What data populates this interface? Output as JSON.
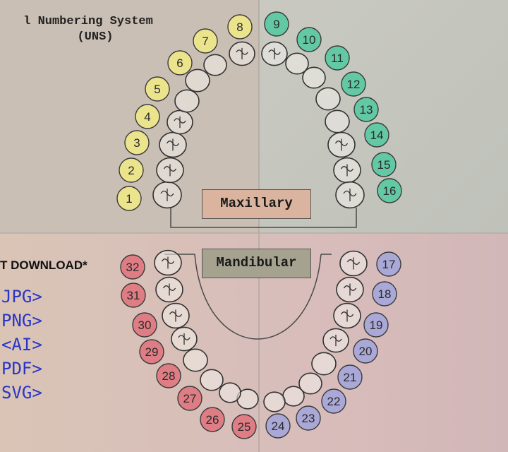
{
  "title": {
    "line1": "l Numbering System",
    "line2": "(UNS)"
  },
  "labels": {
    "maxillary": "Maxillary",
    "mandibular": "Mandibular"
  },
  "download": {
    "heading": "T DOWNLOAD*",
    "links": [
      "JPG>",
      "PNG>",
      "<AI>",
      "PDF>",
      "SVG>"
    ]
  },
  "colors": {
    "upper_left_bg": "#c9bfb4",
    "upper_right_bg": "#c4c5bd",
    "lower_bg": "#d6bfbc",
    "yellow_badge": "#ece48c",
    "teal_badge": "#63c9a5",
    "red_badge": "#df7d85",
    "purple_badge": "#a9a8d6",
    "maxillary_box": "#dab49e",
    "mandibular_box": "#a5a290",
    "link_color": "#2a34c8"
  },
  "teeth": [
    {
      "n": "1",
      "color": "yellow"
    },
    {
      "n": "2",
      "color": "yellow"
    },
    {
      "n": "3",
      "color": "yellow"
    },
    {
      "n": "4",
      "color": "yellow"
    },
    {
      "n": "5",
      "color": "yellow"
    },
    {
      "n": "6",
      "color": "yellow"
    },
    {
      "n": "7",
      "color": "yellow"
    },
    {
      "n": "8",
      "color": "yellow"
    },
    {
      "n": "9",
      "color": "teal"
    },
    {
      "n": "10",
      "color": "teal"
    },
    {
      "n": "11",
      "color": "teal"
    },
    {
      "n": "12",
      "color": "teal"
    },
    {
      "n": "13",
      "color": "teal"
    },
    {
      "n": "14",
      "color": "teal"
    },
    {
      "n": "15",
      "color": "teal"
    },
    {
      "n": "16",
      "color": "teal"
    },
    {
      "n": "17",
      "color": "purple"
    },
    {
      "n": "18",
      "color": "purple"
    },
    {
      "n": "19",
      "color": "purple"
    },
    {
      "n": "20",
      "color": "purple"
    },
    {
      "n": "21",
      "color": "purple"
    },
    {
      "n": "22",
      "color": "purple"
    },
    {
      "n": "23",
      "color": "purple"
    },
    {
      "n": "24",
      "color": "purple"
    },
    {
      "n": "25",
      "color": "red"
    },
    {
      "n": "26",
      "color": "red"
    },
    {
      "n": "27",
      "color": "red"
    },
    {
      "n": "28",
      "color": "red"
    },
    {
      "n": "29",
      "color": "red"
    },
    {
      "n": "30",
      "color": "red"
    },
    {
      "n": "31",
      "color": "red"
    },
    {
      "n": "32",
      "color": "red"
    }
  ]
}
